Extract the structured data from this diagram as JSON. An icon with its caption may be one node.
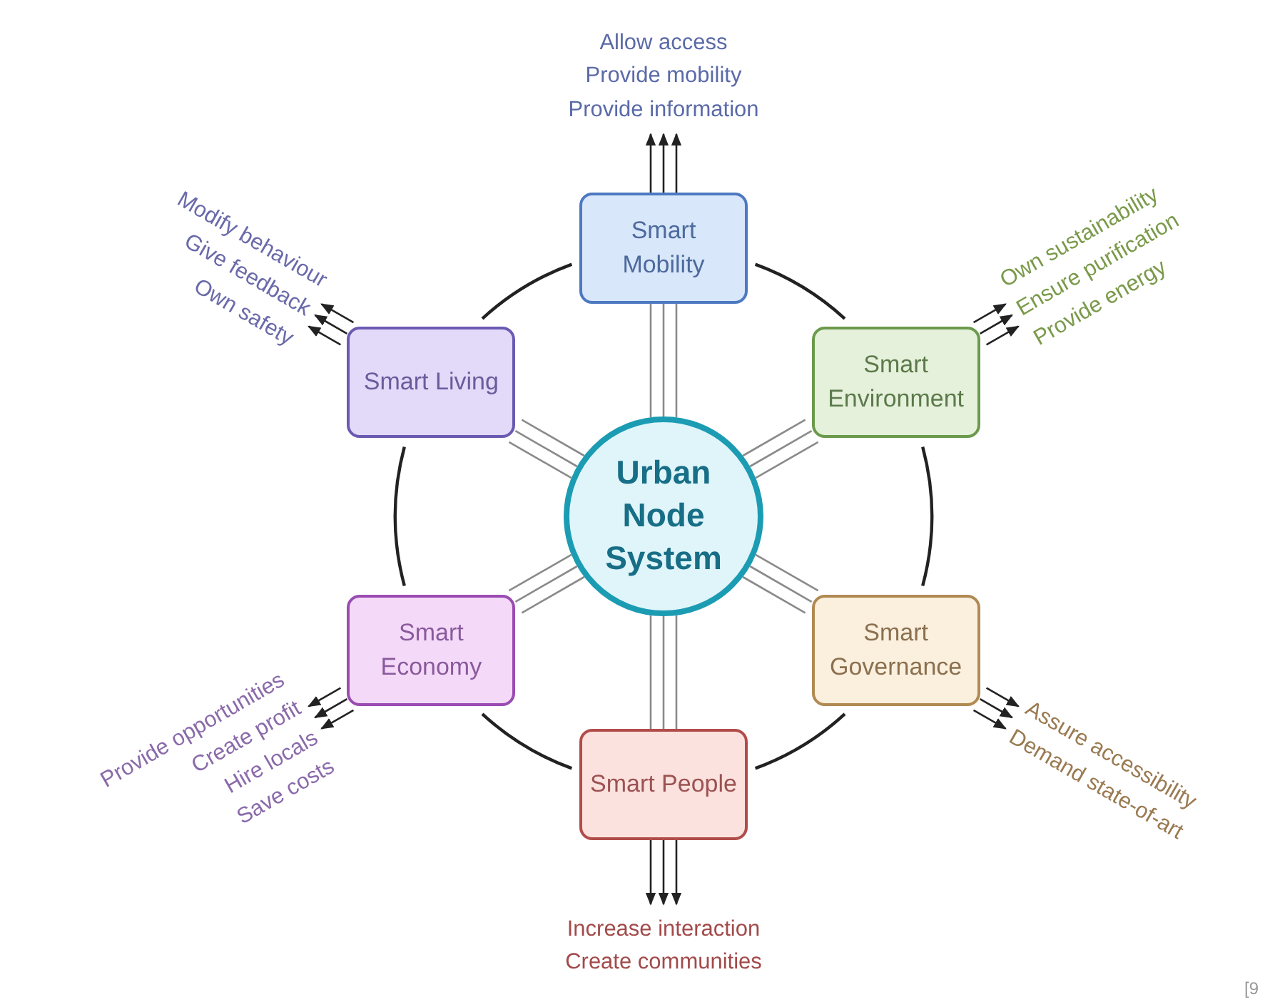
{
  "diagram": {
    "nodes": [
      {
        "text": [
          "Urban Node System"
        ]
      },
      {
        "text": [
          "Smart Mobility"
        ]
      },
      {
        "text": [
          "Smart Environment"
        ]
      },
      {
        "text": [
          "Smart Governance"
        ]
      },
      {
        "text": [
          "Smart People"
        ]
      },
      {
        "text": [
          "Smart Economy"
        ]
      },
      {
        "text": [
          "Smart Living"
        ]
      },
      {
        "text": [
          "Allow access",
          "Provide mobility",
          "Provide information"
        ]
      },
      {
        "text": [
          "Own sustainability",
          "Ensure purification",
          "Provide energy"
        ]
      },
      {
        "text": [
          "Assure accessibility",
          "Demand state-of-art"
        ]
      },
      {
        "text": [
          "Increase interaction",
          "Create communities"
        ]
      },
      {
        "text": [
          "Provide opportunities",
          "Create profit",
          "Hire locals",
          "Save costs"
        ]
      },
      {
        "text": [
          "Modify behaviour",
          "Give feedback",
          "Own safety"
        ]
      }
    ],
    "edges": [
      {
        "from": 0,
        "to": 1,
        "arrow": "none",
        "color": "#8a8a8a"
      },
      {
        "from": 0,
        "to": 1,
        "arrow": "none",
        "color": "#8a8a8a"
      },
      {
        "from": 0,
        "to": 1,
        "arrow": "none",
        "color": "#8a8a8a"
      },
      {
        "from": 0,
        "to": 2,
        "arrow": "none",
        "color": "#8a8a8a"
      },
      {
        "from": 0,
        "to": 2,
        "arrow": "none",
        "color": "#8a8a8a"
      },
      {
        "from": 0,
        "to": 2,
        "arrow": "none",
        "color": "#8a8a8a"
      },
      {
        "from": 0,
        "to": 3,
        "arrow": "none",
        "color": "#8a8a8a"
      },
      {
        "from": 0,
        "to": 3,
        "arrow": "none",
        "color": "#8a8a8a"
      },
      {
        "from": 0,
        "to": 3,
        "arrow": "none",
        "color": "#8a8a8a"
      },
      {
        "from": 0,
        "to": 4,
        "arrow": "none",
        "color": "#8a8a8a"
      },
      {
        "from": 0,
        "to": 4,
        "arrow": "none",
        "color": "#8a8a8a"
      },
      {
        "from": 0,
        "to": 4,
        "arrow": "none",
        "color": "#8a8a8a"
      },
      {
        "from": 0,
        "to": 5,
        "arrow": "none",
        "color": "#8a8a8a"
      },
      {
        "from": 0,
        "to": 5,
        "arrow": "none",
        "color": "#8a8a8a"
      },
      {
        "from": 0,
        "to": 5,
        "arrow": "none",
        "color": "#8a8a8a"
      },
      {
        "from": 0,
        "to": 6,
        "arrow": "none",
        "color": "#8a8a8a"
      },
      {
        "from": 0,
        "to": 6,
        "arrow": "none",
        "color": "#8a8a8a"
      },
      {
        "from": 0,
        "to": 6,
        "arrow": "none",
        "color": "#8a8a8a"
      },
      {
        "from": 1,
        "to": 7,
        "arrow": "to"
      },
      {
        "from": 1,
        "to": 7,
        "arrow": "to"
      },
      {
        "from": 1,
        "to": 7,
        "arrow": "to"
      },
      {
        "from": 2,
        "to": 8,
        "arrow": "to"
      },
      {
        "from": 2,
        "to": 8,
        "arrow": "to"
      },
      {
        "from": 2,
        "to": 8,
        "arrow": "to"
      },
      {
        "from": 3,
        "to": 9,
        "arrow": "to"
      },
      {
        "from": 3,
        "to": 9,
        "arrow": "to"
      },
      {
        "from": 3,
        "to": 9,
        "arrow": "to"
      },
      {
        "from": 4,
        "to": 10,
        "arrow": "to"
      },
      {
        "from": 4,
        "to": 10,
        "arrow": "to"
      },
      {
        "from": 4,
        "to": 10,
        "arrow": "to"
      },
      {
        "from": 5,
        "to": 11,
        "arrow": "to"
      },
      {
        "from": 5,
        "to": 11,
        "arrow": "to"
      },
      {
        "from": 5,
        "to": 11,
        "arrow": "to"
      },
      {
        "from": 6,
        "to": 12,
        "arrow": "to"
      },
      {
        "from": 6,
        "to": 12,
        "arrow": "to"
      },
      {
        "from": 6,
        "to": 12,
        "arrow": "to"
      },
      {
        "from": 1,
        "to": 2,
        "arrow": "none"
      },
      {
        "from": 2,
        "to": 3,
        "arrow": "none"
      },
      {
        "from": 3,
        "to": 4,
        "arrow": "none"
      },
      {
        "from": 4,
        "to": 5,
        "arrow": "none"
      },
      {
        "from": 5,
        "to": 6,
        "arrow": "none"
      },
      {
        "from": 6,
        "to": 1,
        "arrow": "none"
      }
    ],
    "labels": [
      "[9"
    ]
  }
}
